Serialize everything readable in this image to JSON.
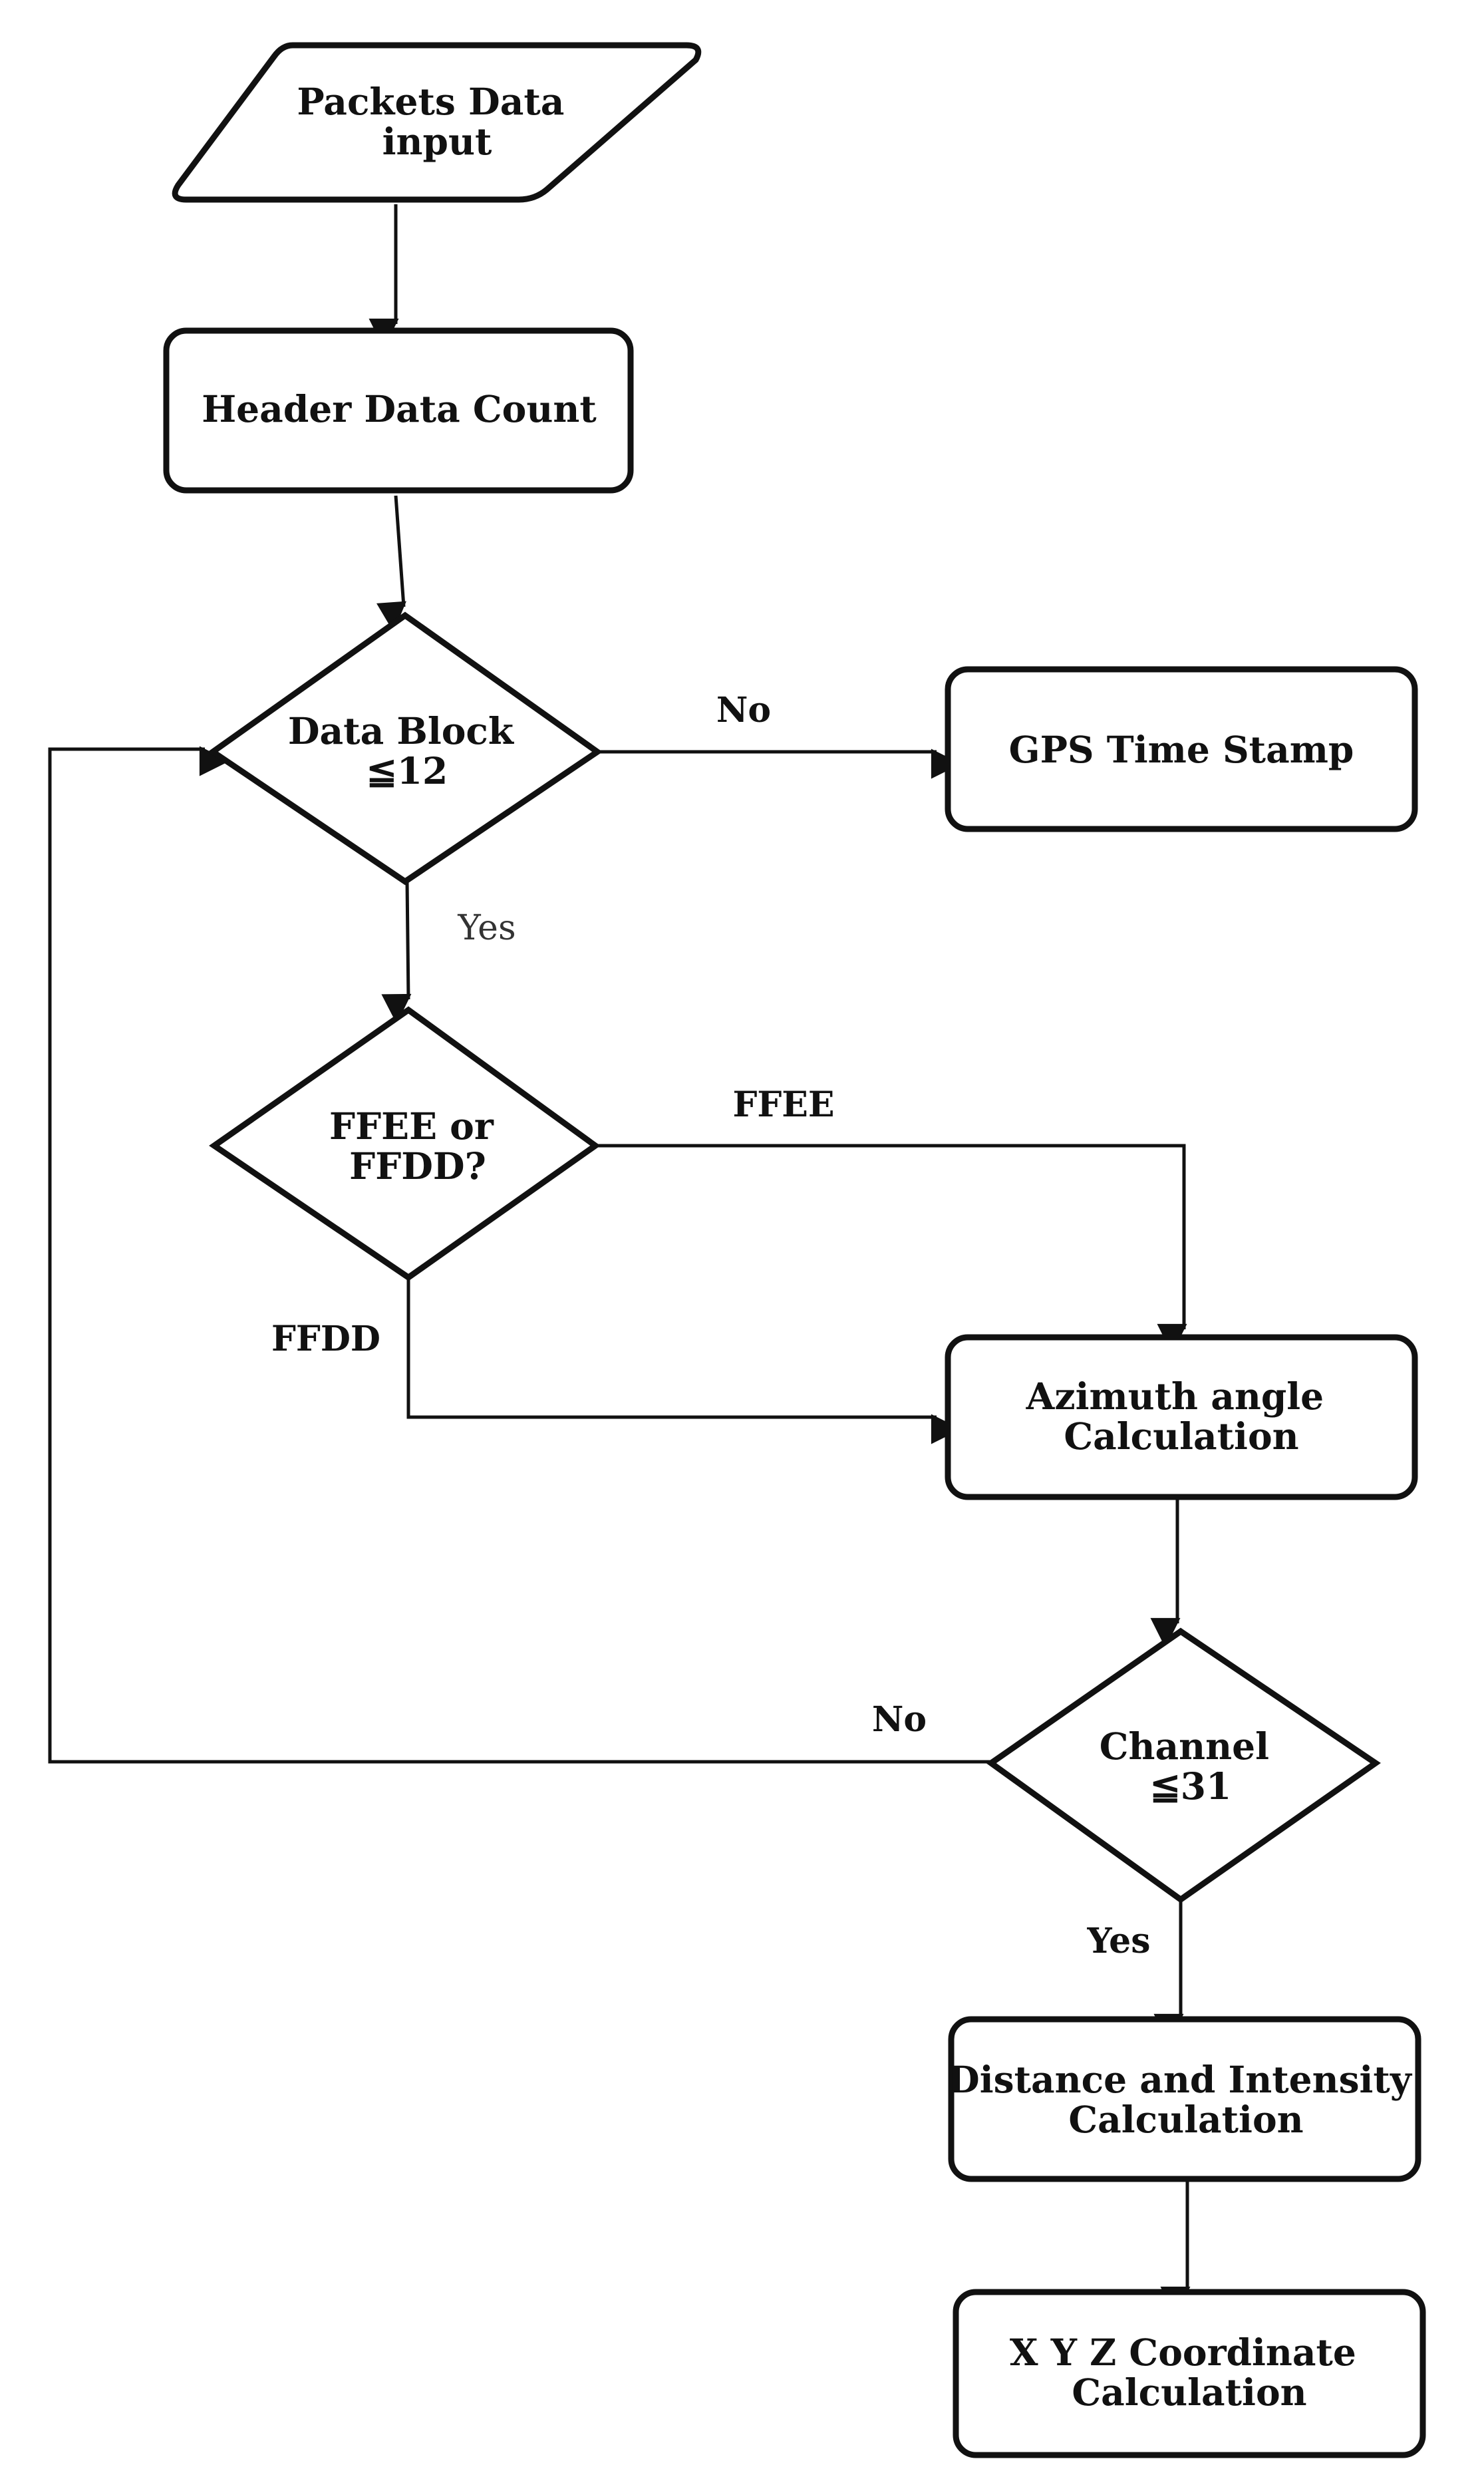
{
  "nodes": {
    "packets_input": [
      "Packets Data",
      "input"
    ],
    "header_count": [
      "Header Data Count"
    ],
    "data_block_decision": [
      "Data Block",
      "≦12"
    ],
    "gps_timestamp": [
      "GPS Time Stamp"
    ],
    "ffee_ffdd_decision": [
      "FFEE or",
      "FFDD?"
    ],
    "azimuth_calc": [
      "Azimuth angle",
      "Calculation"
    ],
    "channel_decision": [
      "Channel",
      "≦31"
    ],
    "distance_intensity_calc": [
      "Distance and Intensity",
      "Calculation"
    ],
    "xyz_calc": [
      "X Y Z Coordinate",
      "Calculation"
    ]
  },
  "edges": {
    "block_no": "No",
    "block_yes": "Yes",
    "ffee": "FFEE",
    "ffdd": "FFDD",
    "channel_no": "No",
    "channel_yes": "Yes"
  }
}
